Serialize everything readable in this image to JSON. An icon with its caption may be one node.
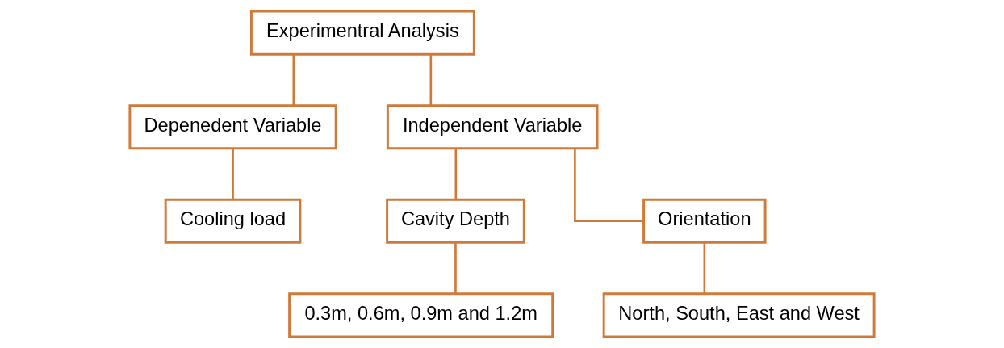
{
  "diagram": {
    "nodes": [
      {
        "text": [
          "Experimentral Analysis"
        ]
      },
      {
        "text": [
          "Depenedent Variable"
        ]
      },
      {
        "text": [
          "Independent Variable"
        ]
      },
      {
        "text": [
          "Cooling load"
        ]
      },
      {
        "text": [
          "Cavity Depth"
        ]
      },
      {
        "text": [
          "Orientation"
        ]
      },
      {
        "text": [
          "0.3m, 0.6m, 0.9m and 1.2m"
        ]
      },
      {
        "text": [
          "North, South, East and West"
        ]
      }
    ],
    "edges": [
      {
        "from": 0,
        "to": 1,
        "arrow": "none"
      },
      {
        "from": 0,
        "to": 2,
        "arrow": "none"
      },
      {
        "from": 1,
        "to": 3,
        "arrow": "none"
      },
      {
        "from": 2,
        "to": 4,
        "arrow": "none"
      },
      {
        "from": 2,
        "to": 5,
        "arrow": "none"
      },
      {
        "from": 4,
        "to": 6,
        "arrow": "none"
      },
      {
        "from": 5,
        "to": 7,
        "arrow": "none"
      }
    ]
  }
}
